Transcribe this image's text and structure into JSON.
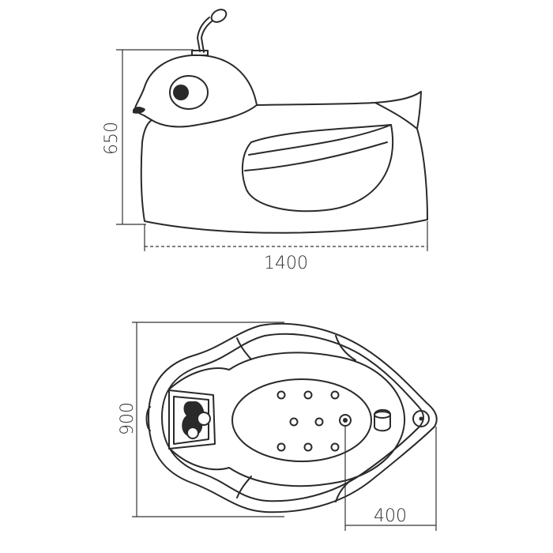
{
  "dimensions": {
    "side_height": "650",
    "side_length": "1400",
    "top_width": "900",
    "drain_offset": "400"
  },
  "colors": {
    "line": "#2a2a2a",
    "background": "#ffffff"
  },
  "icons": [
    "shower-head-icon",
    "jet-nozzle-icon",
    "drain-icon",
    "control-panel-icon"
  ]
}
